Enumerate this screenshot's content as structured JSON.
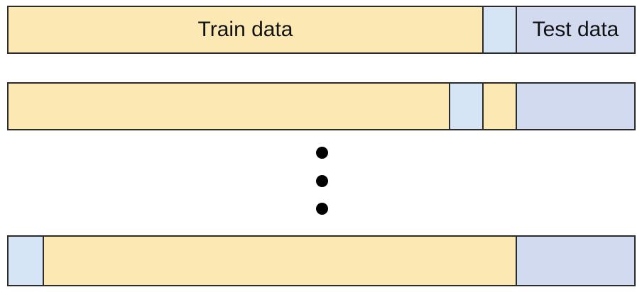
{
  "labels": {
    "train": "Train data",
    "test": "Test data"
  },
  "colors": {
    "train": "#fbe8b2",
    "validation": "#d6e5f6",
    "test": "#d2daf0",
    "border": "#2b2b2b"
  },
  "folds": [
    {
      "segments": [
        "train",
        "validation",
        "test"
      ]
    },
    {
      "segments": [
        "train",
        "validation",
        "train",
        "test"
      ]
    },
    {
      "segments": [
        "validation",
        "train",
        "test"
      ]
    }
  ],
  "ellipsis_dots": 3
}
